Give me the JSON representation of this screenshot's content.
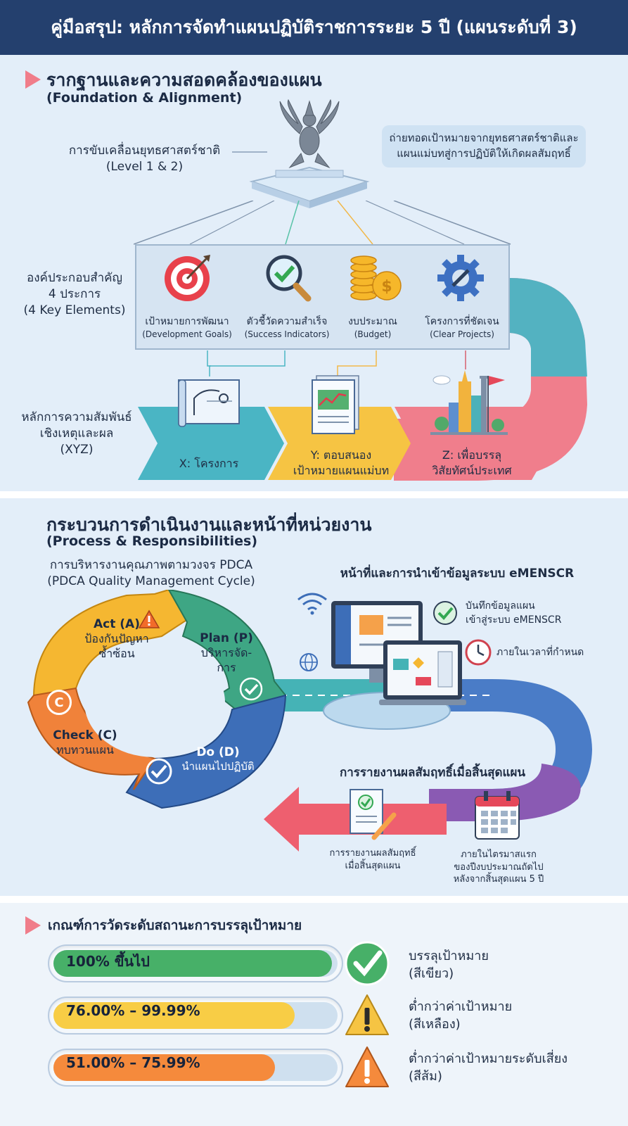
{
  "header": {
    "title": "คู่มือสรุป: หลักการจัดทำแผนปฏิบัติราชการระยะ 5 ปี (แผนระดับที่ 3)"
  },
  "section1": {
    "title": "รากฐานและความสอดคล้องของแผน",
    "subtitle": "(Foundation & Alignment)",
    "strategy_label": "การขับเคลื่อนยุทธศาสตร์ชาติ",
    "strategy_level": "(Level 1 & 2)",
    "callout_line1": "ถ่ายทอดเป้าหมายจากยุทธศาสตร์ชาติและ",
    "callout_line2": "แผนแม่บทสู่การปฏิบัติให้เกิดผลสัมฤทธิ์",
    "elements_label_1": "องค์ประกอบสำคัญ",
    "elements_label_2": "4 ประการ",
    "elements_label_3": "(4 Key Elements)",
    "elements": [
      {
        "title": "เป้าหมายการพัฒนา",
        "sub": "(Development Goals)",
        "icon": "target-icon"
      },
      {
        "title": "ตัวชี้วัดความสำเร็จ",
        "sub": "(Success Indicators)",
        "icon": "magnifier-check-icon"
      },
      {
        "title": "งบประมาณ",
        "sub": "(Budget)",
        "icon": "coins-icon"
      },
      {
        "title": "โครงการที่ชัดเจน",
        "sub": "(Clear Projects)",
        "icon": "gear-wrench-icon"
      }
    ],
    "xyz_label_1": "หลักการความสัมพันธ์",
    "xyz_label_2": "เชิงเหตุและผล",
    "xyz_label_3": "(XYZ)",
    "xyz": [
      {
        "line1": "X: โครงการ",
        "line2": "",
        "color": "#4ab5c4"
      },
      {
        "line1": "Y: ตอบสนอง",
        "line2": "เป้าหมายแผนแม่บท",
        "color": "#f6c443"
      },
      {
        "line1": "Z: เพื่อบรรลุ",
        "line2": "วิสัยทัศน์ประเทศ",
        "color": "#f07e8c"
      }
    ]
  },
  "section2": {
    "title": "กระบวนการดำเนินงานและหน้าที่หน่วยงาน",
    "subtitle": "(Process & Responsibilities)",
    "pdca_title": "การบริหารงานคุณภาพตามวงจร PDCA",
    "pdca_subtitle": "(PDCA Quality Management Cycle)",
    "pdca": {
      "act_title": "Act (A)",
      "act_line1": "ป้องกันปัญหา",
      "act_line2": "ซ้ำซ้อน",
      "plan_title": "Plan (P)",
      "plan_line1": "บริหารจัด-",
      "plan_line2": "การ",
      "check_title": "Check (C)",
      "check_line1": "ทบทวนแผน",
      "do_title": "Do (D)",
      "do_line1": "นำแผนไปปฏิบัติ",
      "c_letter": "C"
    },
    "emenscr_title": "หน้าที่และการนำเข้าข้อมูลระบบ eMENSCR",
    "emenscr_item1_line1": "บันทึกข้อมูลแผน",
    "emenscr_item1_line2": "เข้าสู่ระบบ eMENSCR",
    "emenscr_item2": "ภายในเวลาที่กำหนด",
    "report_title": "การรายงานผลสัมฤทธิ์เมื่อสิ้นสุดแผน",
    "report_doc_line1": "การรายงานผลสัมฤทธิ์",
    "report_doc_line2": "เมื่อสิ้นสุดแผน",
    "report_time_line1": "ภายในไตรมาสแรก",
    "report_time_line2": "ของปีงบประมาณถัดไป",
    "report_time_line3": "หลังจากสิ้นสุดแผน 5 ปี"
  },
  "section3": {
    "title": "เกณฑ์การวัดระดับสถานะการบรรลุเป้าหมาย",
    "levels": [
      {
        "range": "100% ขึ้นไป",
        "fill": 0.98,
        "color": "#47b068",
        "status_line1": "บรรลุเป้าหมาย",
        "status_line2": "(สีเขียว)",
        "icon": "check-circle-icon"
      },
      {
        "range": "76.00% – 99.99%",
        "fill": 0.85,
        "color": "#f8cd45",
        "status_line1": "ต่ำกว่าค่าเป้าหมาย",
        "status_line2": "(สีเหลือง)",
        "icon": "warning-yellow-icon"
      },
      {
        "range": "51.00% – 75.99%",
        "fill": 0.78,
        "color": "#f58a3c",
        "status_line1": "ต่ำกว่าค่าเป้าหมายระดับเสี่ยง",
        "status_line2": "(สีส้ม)",
        "icon": "warning-orange-icon"
      }
    ]
  }
}
